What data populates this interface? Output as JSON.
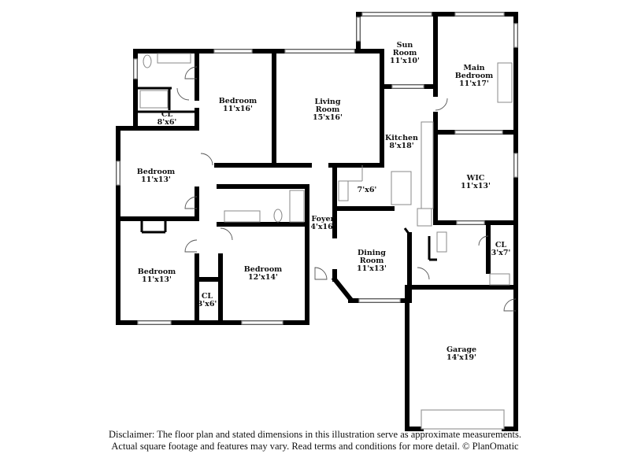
{
  "rooms": [
    {
      "name": "Sun Room",
      "line1": "Sun",
      "line2": "Room",
      "size": "11'x10'"
    },
    {
      "name": "Main Bedroom",
      "line1": "Main",
      "line2": "Bedroom",
      "size": "11'x17'"
    },
    {
      "name": "Bedroom",
      "size": "11'x16'"
    },
    {
      "name": "Living Room",
      "line1": "Living",
      "line2": "Room",
      "size": "15'x16'"
    },
    {
      "name": "CL",
      "size": "8'x6'"
    },
    {
      "name": "Kitchen",
      "size": "8'x18'"
    },
    {
      "name": "Bedroom",
      "size": "11'x13'"
    },
    {
      "name": "",
      "size": "7'x6'"
    },
    {
      "name": "WIC",
      "size": "11'x13'"
    },
    {
      "name": "Foyer",
      "size": "4'x16'"
    },
    {
      "name": "Dining Room",
      "line1": "Dining",
      "line2": "Room",
      "size": "11'x13'"
    },
    {
      "name": "CL",
      "size": "3'x7'"
    },
    {
      "name": "Bedroom",
      "size": "11'x13'"
    },
    {
      "name": "Bedroom",
      "size": "12'x14'"
    },
    {
      "name": "CL",
      "size": "3'x6'"
    },
    {
      "name": "Garage",
      "size": "14'x19'"
    }
  ],
  "disclaimer": {
    "line1": "Disclaimer: The floor plan and stated dimensions in this illustration serve as approximate measurements.",
    "line2": "Actual square footage and features may vary. Read terms and conditions for more detail. © PlanOmatic"
  }
}
